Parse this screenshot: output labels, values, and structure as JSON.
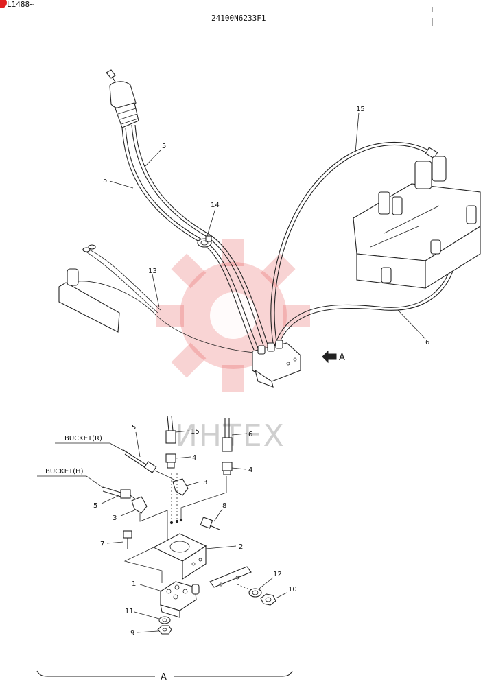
{
  "header": {
    "corner_code": "L1488~",
    "drawing_number": "24100N6233F1"
  },
  "watermark": {
    "text": "ИНТЕХ",
    "color": "#e23a3a"
  },
  "labels": {
    "l5a": "5",
    "l5b": "5",
    "l14": "14",
    "l15": "15",
    "l13": "13",
    "l6": "6",
    "view_arrow": "A",
    "l5c": "5",
    "l15b": "15",
    "l6b": "6",
    "l4a": "4",
    "l4b": "4",
    "l3a": "3",
    "l3b": "3",
    "l5d": "5",
    "l8": "8",
    "l7": "7",
    "l2": "2",
    "l12": "12",
    "l10": "10",
    "l1": "1",
    "l11": "11",
    "l9": "9"
  },
  "callouts": {
    "bucket_r": "BUCKET(R)",
    "bucket_h": "BUCKET(H)"
  },
  "footer": {
    "view_label": "A"
  }
}
